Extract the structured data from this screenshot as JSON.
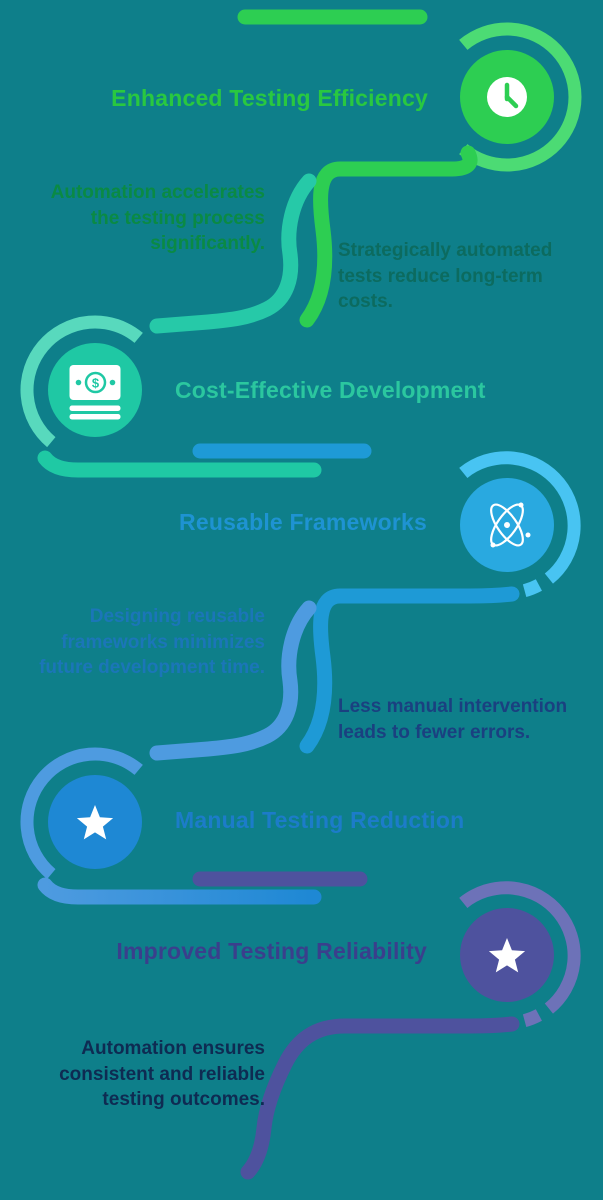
{
  "infographic": {
    "background_color": "#0E7F8A",
    "milestones": [
      {
        "title": "Enhanced Testing Efficiency",
        "icon": "clock-icon",
        "description": "Automation accelerates the testing process significantly.",
        "color": "#2DCE52",
        "arc_color": "#4CDB74",
        "title_color": "#29C840",
        "description_color": "#0A8A44",
        "side": "right"
      },
      {
        "title": "Cost-Effective Development",
        "icon": "money-icon",
        "description": "Strategically automated tests reduce long-term costs.",
        "color": "#1FC8A4",
        "arc_color": "#58D9BD",
        "title_color": "#2BC79F",
        "description_color": "#0C6B5F",
        "side": "left"
      },
      {
        "title": "Reusable Frameworks",
        "icon": "atom-icon",
        "description": "Designing reusable frameworks minimizes future development time.",
        "color": "#29A9E0",
        "path_color": "#1E9AD6",
        "arc_color": "#48C4F2",
        "title_color": "#1E93D2",
        "description_color": "#1B76B8",
        "side": "right"
      },
      {
        "title": "Manual Testing Reduction",
        "icon": "star-icon",
        "description": "Less manual intervention leads to fewer errors.",
        "color": "#1E88D4",
        "path_color": "#4E9BE0",
        "arc_color": "#4E9BE0",
        "title_color": "#1C7CC9",
        "description_color": "#1A4080",
        "side": "left"
      },
      {
        "title": "Improved Testing Reliability",
        "icon": "star-icon",
        "description": "Automation ensures consistent and reliable testing outcomes.",
        "color": "#4E529E",
        "arc_color": "#6D72B8",
        "title_color": "#3A3F8C",
        "description_color": "#0E2B52",
        "side": "right"
      }
    ]
  }
}
